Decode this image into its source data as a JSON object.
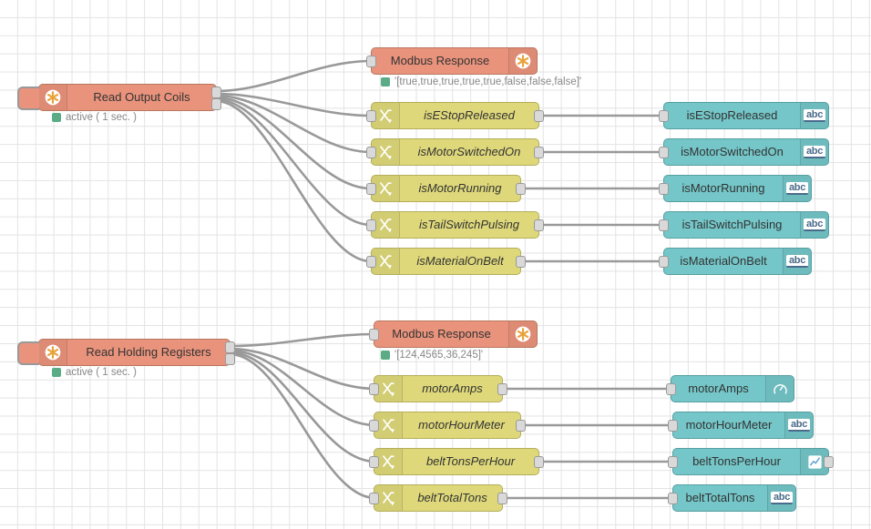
{
  "app": {
    "name": "node-red-flow-editor",
    "canvas_background": "#ffffff",
    "grid_color": "#e3e3e3",
    "wire_color": "#999999"
  },
  "palette": {
    "modbus_node_color": "#e9937c",
    "function_node_color": "#ded87a",
    "debug_node_color": "#74c6c8",
    "status_dot_color": "#5aab86",
    "status_text_color": "#888888"
  },
  "flows": [
    {
      "id": "output-coils",
      "reader": {
        "label": "Read Output Coils",
        "icon": "modbus-asterisk-icon",
        "status": "active ( 1 sec. )",
        "outputs": 2
      },
      "response": {
        "label": "Modbus Response",
        "icon": "modbus-asterisk-icon",
        "status": "'[true,true,true,true,true,false,false,false]'"
      },
      "functions": [
        {
          "label": "isEStopReleased",
          "icon": "function-icon"
        },
        {
          "label": "isMotorSwitchedOn",
          "icon": "function-icon"
        },
        {
          "label": "isMotorRunning",
          "icon": "function-icon"
        },
        {
          "label": "isTailSwitchPulsing",
          "icon": "function-icon"
        },
        {
          "label": "isMaterialOnBelt",
          "icon": "function-icon"
        }
      ],
      "debugs": [
        {
          "label": "isEStopReleased",
          "icon": "abc-icon",
          "icon_text": "abc",
          "has_output": false
        },
        {
          "label": "isMotorSwitchedOn",
          "icon": "abc-icon",
          "icon_text": "abc",
          "has_output": false
        },
        {
          "label": "isMotorRunning",
          "icon": "abc-icon",
          "icon_text": "abc",
          "has_output": false
        },
        {
          "label": "isTailSwitchPulsing",
          "icon": "abc-icon",
          "icon_text": "abc",
          "has_output": false
        },
        {
          "label": "isMaterialOnBelt",
          "icon": "abc-icon",
          "icon_text": "abc",
          "has_output": false
        }
      ]
    },
    {
      "id": "holding-registers",
      "reader": {
        "label": "Read Holding Registers",
        "icon": "modbus-asterisk-icon",
        "status": "active ( 1 sec. )",
        "outputs": 2
      },
      "response": {
        "label": "Modbus Response",
        "icon": "modbus-asterisk-icon",
        "status": "'[124,4565,36,245]'"
      },
      "functions": [
        {
          "label": "motorAmps",
          "icon": "function-icon"
        },
        {
          "label": "motorHourMeter",
          "icon": "function-icon"
        },
        {
          "label": "beltTonsPerHour",
          "icon": "function-icon"
        },
        {
          "label": "beltTotalTons",
          "icon": "function-icon"
        }
      ],
      "debugs": [
        {
          "label": "motorAmps",
          "icon": "gauge-icon",
          "icon_text": "",
          "has_output": false
        },
        {
          "label": "motorHourMeter",
          "icon": "abc-icon",
          "icon_text": "abc",
          "has_output": false
        },
        {
          "label": "beltTonsPerHour",
          "icon": "chart-icon",
          "icon_text": "",
          "has_output": true
        },
        {
          "label": "beltTotalTons",
          "icon": "abc-icon",
          "icon_text": "abc",
          "has_output": false
        }
      ]
    }
  ]
}
